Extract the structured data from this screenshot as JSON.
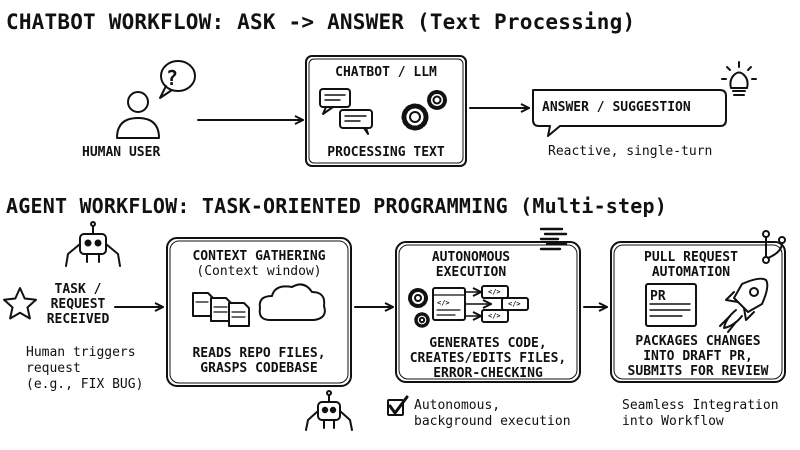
{
  "chatbot_section": {
    "title": "CHATBOT WORKFLOW: ASK -> ANSWER (Text Processing)",
    "human_user_label": "HUMAN USER",
    "human_question_mark": "?",
    "chatbot_box_title": "CHATBOT / LLM",
    "chatbot_box_caption": "PROCESSING TEXT",
    "answer_label": "ANSWER / SUGGESTION",
    "answer_note": "Reactive, single-turn"
  },
  "agent_section": {
    "title": "AGENT WORKFLOW: TASK-ORIENTED PROGRAMMING (Multi-step)",
    "task_label": [
      "TASK /",
      "REQUEST",
      "RECEIVED"
    ],
    "task_note": [
      "Human triggers",
      "request",
      "(e.g., FIX BUG)"
    ],
    "context_title": "CONTEXT GATHERING",
    "context_subtitle": "(Context window)",
    "context_caption": [
      "READS REPO FILES,",
      "GRASPS CODEBASE"
    ],
    "execution_title": [
      "AUTONOMOUS",
      "EXECUTION"
    ],
    "execution_caption": [
      "GENERATES CODE,",
      "CREATES/EDITS FILES,",
      "ERROR-CHECKING"
    ],
    "execution_note": [
      "Autonomous,",
      "background execution"
    ],
    "code_tag": "</>",
    "pr_title": [
      "PULL REQUEST",
      "AUTOMATION"
    ],
    "pr_tag": "PR",
    "pr_caption": [
      "PACKAGES CHANGES",
      "INTO DRAFT PR,",
      "SUBMITS FOR REVIEW"
    ],
    "pr_note": [
      "Seamless Integration",
      "into Workflow"
    ]
  },
  "colors": {
    "ink": "#111111",
    "paper": "#ffffff",
    "shade": "#8a8a8a"
  },
  "icons": [
    "person-icon",
    "question-bubble-icon",
    "chat-bubbles-icon",
    "gears-icon",
    "lightbulb-icon",
    "robot-icon",
    "star-icon",
    "documents-icon",
    "cloud-icon",
    "code-window-icon",
    "checkbox-icon",
    "pr-document-icon",
    "rocket-icon",
    "git-branch-icon"
  ]
}
